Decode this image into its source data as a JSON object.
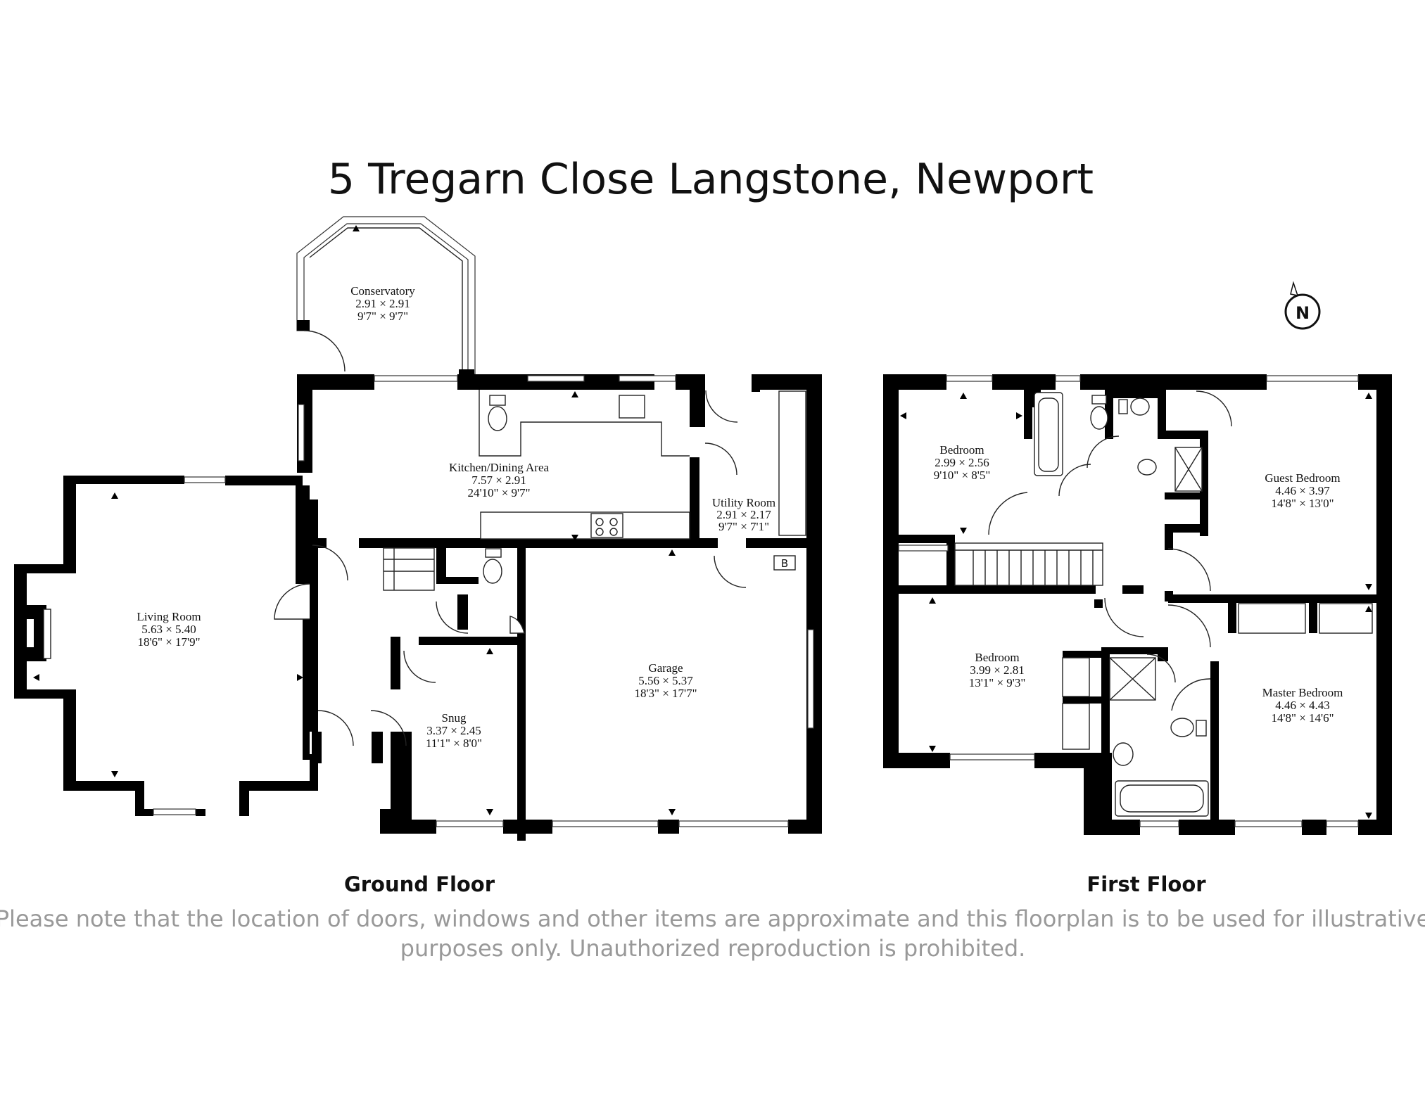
{
  "title": "5 Tregarn Close Langstone, Newport",
  "floors": [
    {
      "label": "Ground Floor"
    },
    {
      "label": "First Floor"
    }
  ],
  "rooms": {
    "conservatory": {
      "name": "Conservatory",
      "metric": "2.91 × 2.91",
      "imperial": "9'7\" × 9'7\""
    },
    "kitchen": {
      "name": "Kitchen/Dining Area",
      "metric": "7.57 × 2.91",
      "imperial": "24'10\" × 9'7\""
    },
    "utility": {
      "name": "Utility Room",
      "metric": "2.91 × 2.17",
      "imperial": "9'7\" × 7'1\""
    },
    "living": {
      "name": "Living Room",
      "metric": "5.63 × 5.40",
      "imperial": "18'6\" × 17'9\""
    },
    "garage": {
      "name": "Garage",
      "metric": "5.56 × 5.37",
      "imperial": "18'3\" × 17'7\""
    },
    "snug": {
      "name": "Snug",
      "metric": "3.37 × 2.45",
      "imperial": "11'1\" × 8'0\""
    },
    "bedroom1": {
      "name": "Bedroom",
      "metric": "2.99 × 2.56",
      "imperial": "9'10\" × 8'5\""
    },
    "guest": {
      "name": "Guest Bedroom",
      "metric": "4.46 × 3.97",
      "imperial": "14'8\" × 13'0\""
    },
    "bedroom2": {
      "name": "Bedroom",
      "metric": "3.99 × 2.81",
      "imperial": "13'1\" × 9'3\""
    },
    "master": {
      "name": "Master Bedroom",
      "metric": "4.46 × 4.43",
      "imperial": "14'8\" × 14'6\""
    }
  },
  "boiler_label": "B",
  "compass_label": "N",
  "disclaimer": {
    "line1": "Please note that the location of doors, windows and other items are approximate and this floorplan is to be used for illustrative",
    "line2": "purposes only. Unauthorized reproduction is prohibited."
  }
}
